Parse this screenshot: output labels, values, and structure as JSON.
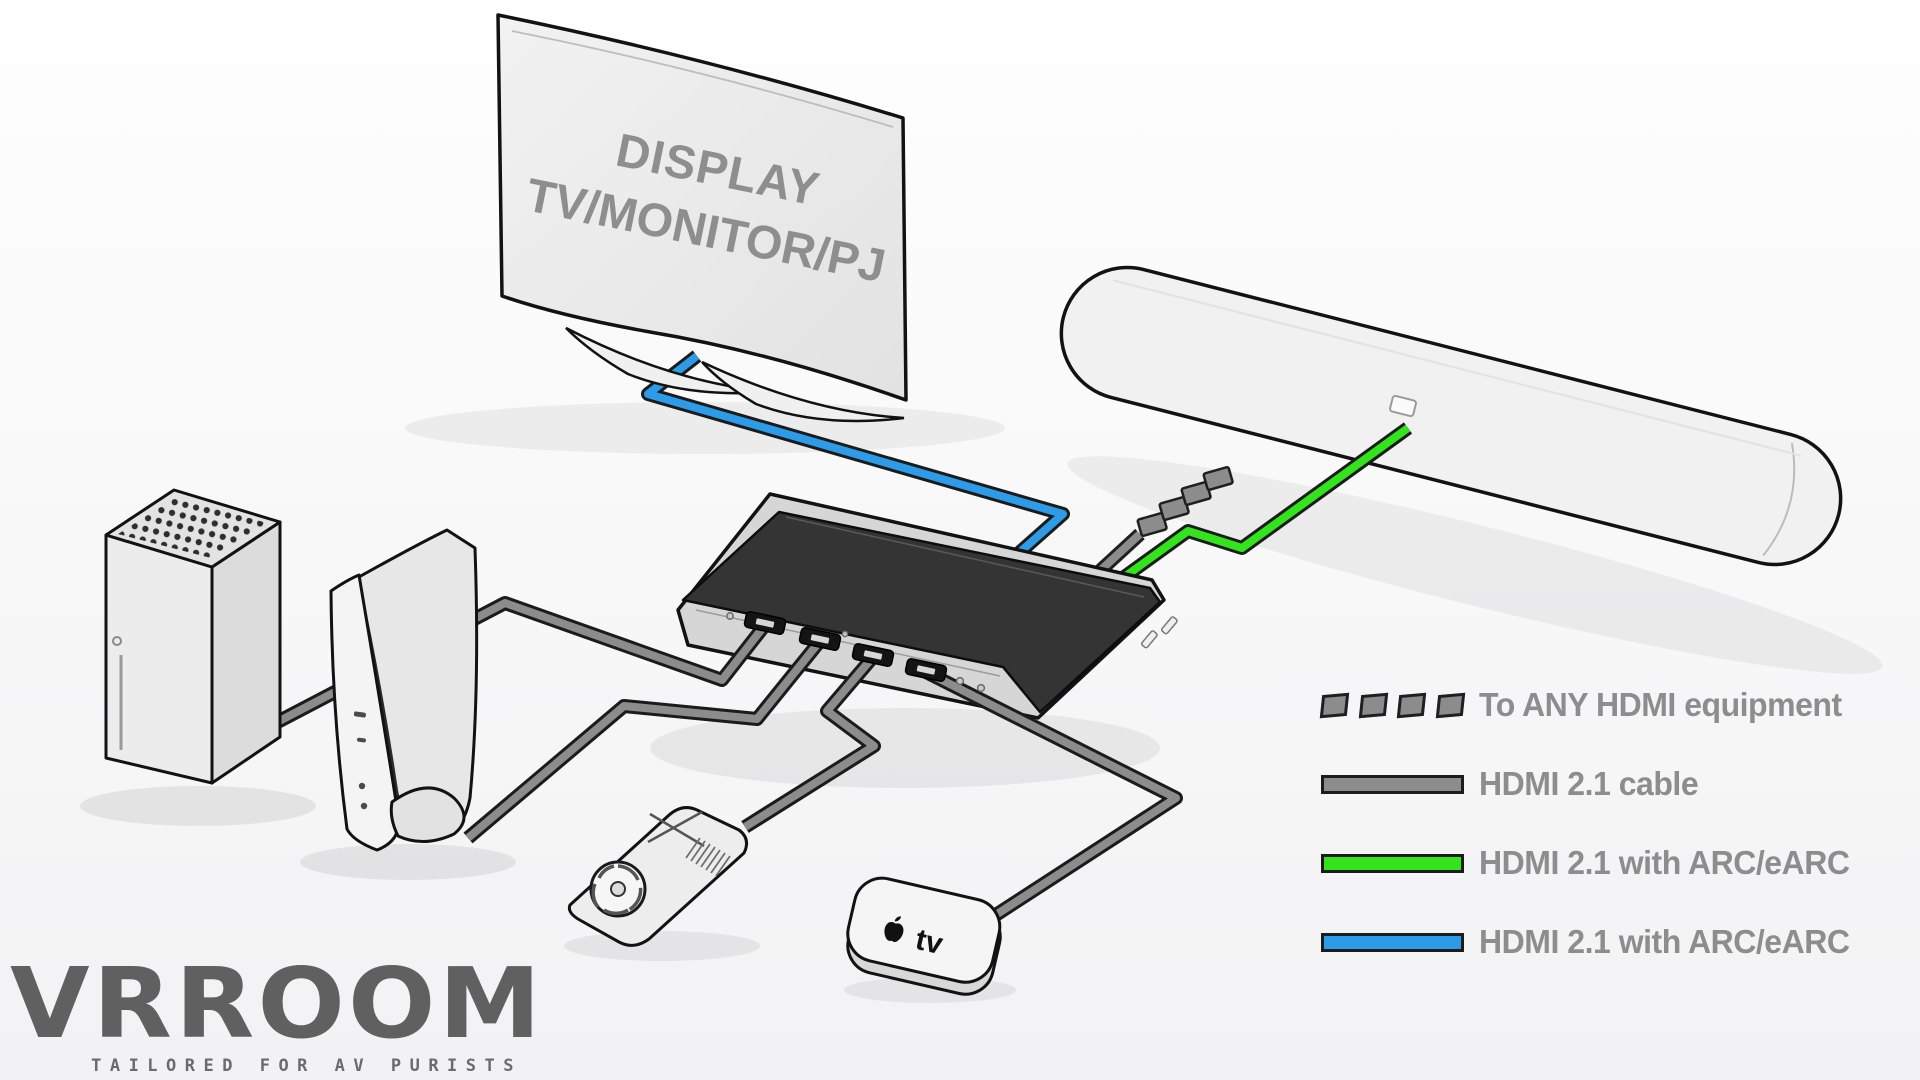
{
  "display": {
    "line1": "DISPLAY",
    "line2": "TV/MONITOR/PJ"
  },
  "apple_tv": {
    "label": "tv"
  },
  "legend": {
    "items": [
      {
        "swatch": "dashed",
        "color": "#8C8C8C",
        "label": "To ANY HDMI equipment"
      },
      {
        "swatch": "solid",
        "color": "#8C8C8C",
        "label": "HDMI 2.1 cable"
      },
      {
        "swatch": "solid",
        "color": "#33E31C",
        "label": "HDMI 2.1 with ARC/eARC"
      },
      {
        "swatch": "solid",
        "color": "#2D9CE8",
        "label": "HDMI 2.1 with ARC/eARC"
      }
    ]
  },
  "logo": {
    "name": "VRROOM",
    "tagline": "TAILORED FOR AV PURISTS"
  },
  "devices": [
    "display-tv-monitor-pj",
    "soundbar",
    "hdmi-2-1-switch",
    "game-console-tower",
    "game-console-vertical",
    "pc-graphics-card",
    "apple-tv"
  ],
  "colors": {
    "cable_gray": "#8C8C8C",
    "cable_outline": "#1B1B1B",
    "arc_green": "#33E31C",
    "arc_blue": "#2D9CE8",
    "legend_text_gray": "#8D8D8D",
    "logo_gray": "#606060",
    "switch_top": "#343434"
  }
}
